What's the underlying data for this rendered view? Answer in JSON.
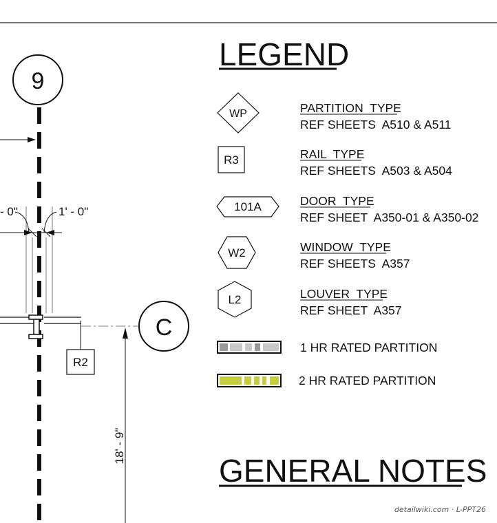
{
  "drawing": {
    "grid_bubble_9": "9",
    "grid_bubble_c": "C",
    "dim_left": "- 0\"",
    "dim_right": "1' - 0\"",
    "rail_tag": "R2",
    "dim_vertical": "18' - 9\""
  },
  "legend": {
    "title": "LEGEND",
    "items": [
      {
        "symbol": "WP",
        "shape": "diamond",
        "title": "PARTITION  TYPE",
        "ref": "REF SHEETS  A510 & A511"
      },
      {
        "symbol": "R3",
        "shape": "square",
        "title": "RAIL  TYPE",
        "ref": "REF SHEETS  A503 & A504"
      },
      {
        "symbol": "101A",
        "shape": "elongated-hexagon",
        "title": "DOOR  TYPE",
        "ref": "REF SHEET  A350-01 & A350-02"
      },
      {
        "symbol": "W2",
        "shape": "hexagon-flat",
        "title": "WINDOW  TYPE",
        "ref": "REF SHEETS  A357"
      },
      {
        "symbol": "L2",
        "shape": "hexagon-pointy",
        "title": "LOUVER  TYPE",
        "ref": "REF SHEET  A357"
      }
    ],
    "ratings": [
      {
        "label": "1 HR RATED PARTITION",
        "fill": "#c8c8c8"
      },
      {
        "label": "2 HR RATED PARTITION",
        "fill": "#c6cf3a"
      }
    ]
  },
  "notes": {
    "title": "GENERAL NOTES"
  },
  "watermark": "detailwiki.com · L-PPT26"
}
